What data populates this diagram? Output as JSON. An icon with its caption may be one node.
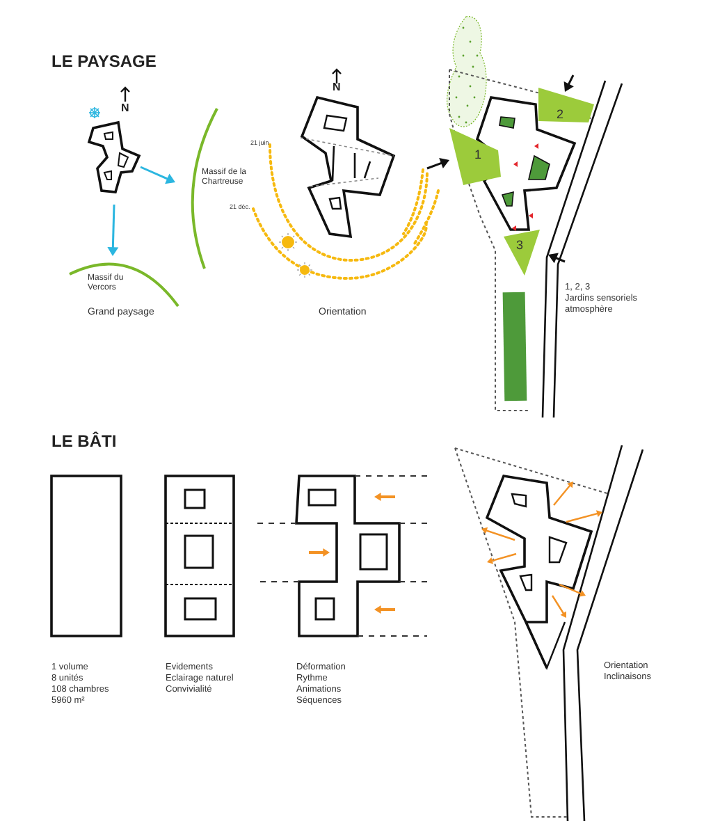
{
  "diagram": {
    "nodes": [
      {
        "text": [
          "1"
        ]
      },
      {
        "text": [
          "2"
        ]
      },
      {
        "text": [
          "3"
        ]
      }
    ],
    "labels": [
      "LE PAYSAGE",
      "N",
      "Massif de la Chartreuse",
      "21 juin",
      "21 déc.",
      "Massif du Vercors",
      "Grand paysage",
      "N",
      "Orientation",
      "1, 2, 3",
      "Jardins sensoriels",
      "atmosphère",
      "LE BÂTI",
      "1 volume",
      "8 unités",
      "108 chambres",
      "5960 m²",
      "Evidements",
      "Eclairage naturel",
      "Convivialité",
      "Déformation",
      "Rythme",
      "Animations",
      "Séquences",
      "Orientation",
      "Inclinaisons"
    ]
  }
}
